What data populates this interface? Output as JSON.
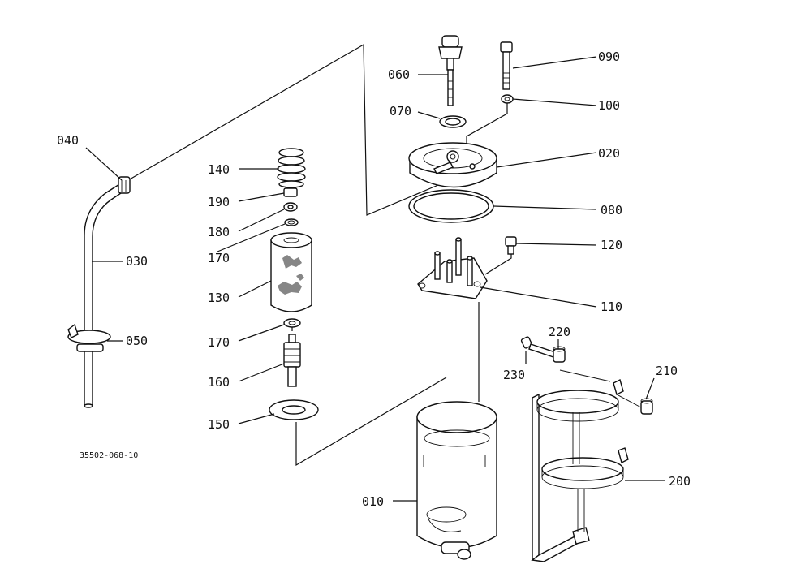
{
  "diagram": {
    "drawing_code": "35502-068-10",
    "labels": {
      "p010": "010",
      "p020": "020",
      "p030": "030",
      "p040": "040",
      "p050": "050",
      "p060": "060",
      "p070": "070",
      "p080": "080",
      "p090": "090",
      "p100": "100",
      "p110": "110",
      "p120": "120",
      "p130": "130",
      "p140": "140",
      "p150": "150",
      "p160": "160",
      "p170a": "170",
      "p170b": "170",
      "p180": "180",
      "p190": "190",
      "p200": "200",
      "p210": "210",
      "p220": "220",
      "p230": "230"
    }
  }
}
